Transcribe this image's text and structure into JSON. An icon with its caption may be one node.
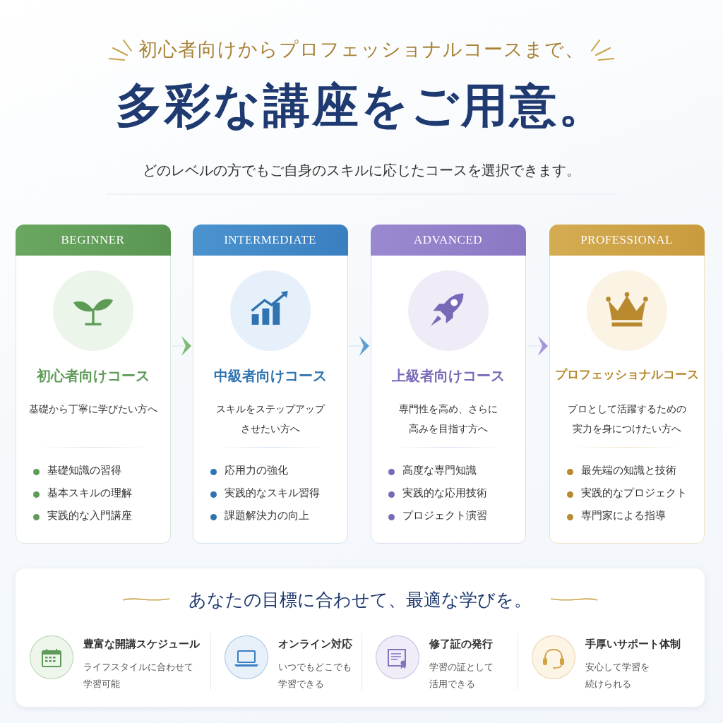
{
  "diagram": {
    "title": "多彩な講座をご用意。",
    "nodes": [
      {
        "text": [
          "BEGINNER",
          "初心者向けコース",
          "基礎から丁寧に学びたい方へ",
          "基礎知識の習得",
          "基本スキルの理解",
          "実践的な入門講座"
        ]
      },
      {
        "text": [
          "INTERMEDIATE",
          "中級者向けコース",
          "スキルをステップアップさせたい方へ",
          "応用力の強化",
          "実践的なスキル習得",
          "課題解決力の向上"
        ]
      },
      {
        "text": [
          "ADVANCED",
          "上級者向けコース",
          "専門性を高め、さらに高みを目指す方へ",
          "高度な専門知識",
          "実践的な応用技術",
          "プロジェクト演習"
        ]
      },
      {
        "text": [
          "PROFESSIONAL",
          "プロフェッショナルコース",
          "プロとして活躍するための実力を身につけたい方へ",
          "最先端の知識と技術",
          "実践的なプロジェクト",
          "専門家による指導"
        ]
      },
      {
        "text": [
          "あなたの目標に合わせて、最適な学びを。"
        ]
      }
    ],
    "edges": [
      {
        "from": 0,
        "to": 1,
        "arrow": "to",
        "color": "#7dba74"
      },
      {
        "from": 1,
        "to": 2,
        "arrow": "to",
        "color": "#5a9fd6"
      },
      {
        "from": 2,
        "to": 3,
        "arrow": "to",
        "color": "#a696d8"
      }
    ],
    "labels": [
      "初心者向けからプロフェッショナルコースまで、",
      "どのレベルの方でもご自身のスキルに応じたコースを選択できます。",
      "豊富な開講スケジュール",
      "ライフスタイルに合わせて学習可能",
      "オンライン対応",
      "いつでもどこでも学習できる",
      "修了証の発行",
      "学習の証として活用できる",
      "手厚いサポート体制",
      "安心して学習を続けられる"
    ]
  }
}
